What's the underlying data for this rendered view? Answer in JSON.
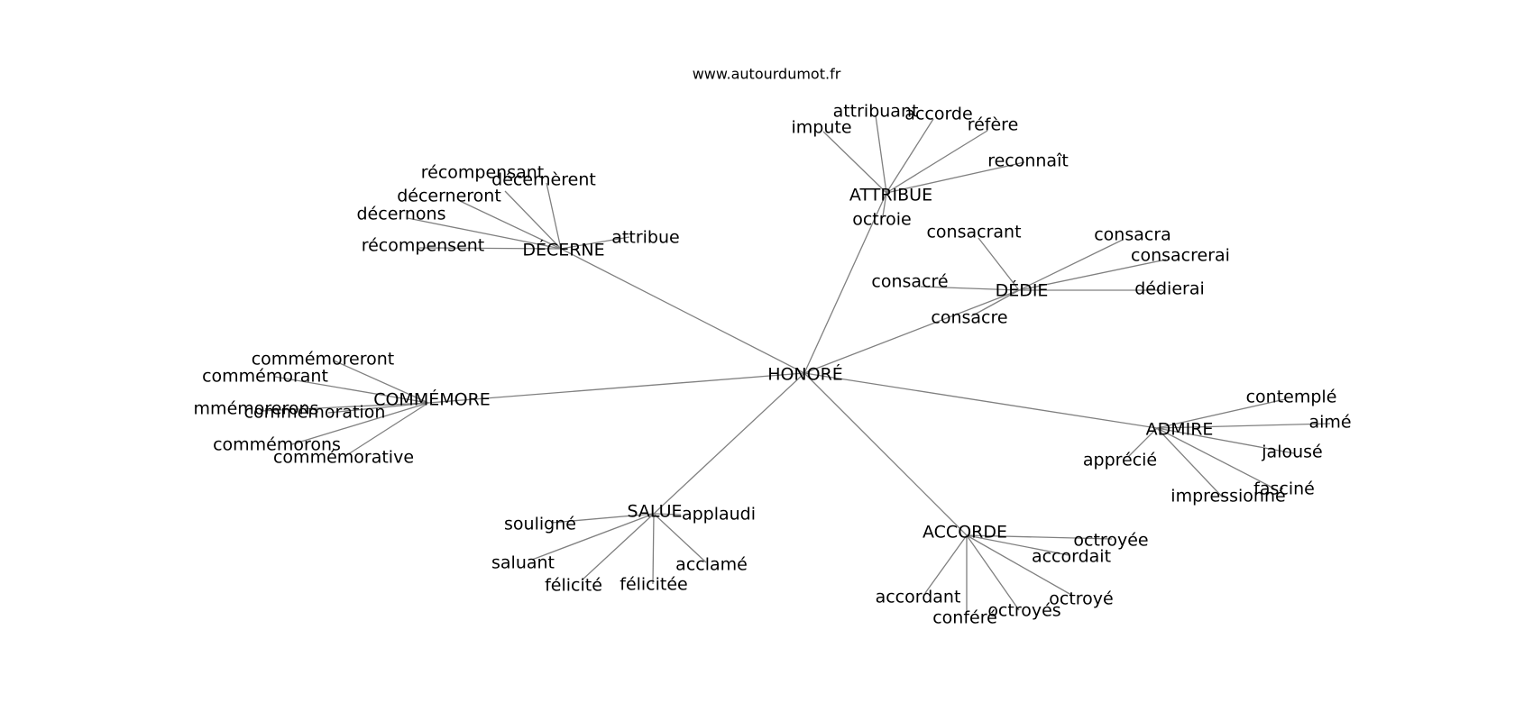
{
  "source": "www.autourdumot.fr",
  "graph": {
    "center": "HONORÉ",
    "hubs": [
      {
        "label": "DÉCERNE",
        "leaves": [
          "récompensant",
          "décernèrent",
          "décerneront",
          "décernons",
          "récompensent",
          "attribue"
        ]
      },
      {
        "label": "ATTRIBUE",
        "leaves": [
          "attribuant",
          "accorde",
          "impute",
          "réfère",
          "reconnaît",
          "octroie"
        ]
      },
      {
        "label": "DÉDIE",
        "leaves": [
          "consacrant",
          "consacra",
          "consacrerai",
          "consacré",
          "dédierai",
          "consacre"
        ]
      },
      {
        "label": "COMMÉMORE",
        "leaves": [
          "commémoreront",
          "commémorant",
          "mmémorerons",
          "commémoration",
          "commémorons",
          "commémorative"
        ]
      },
      {
        "label": "ADMIRE",
        "leaves": [
          "contemplé",
          "aimé",
          "apprécié",
          "jalousé",
          "fasciné",
          "impressionné"
        ]
      },
      {
        "label": "SALUE",
        "leaves": [
          "souligné",
          "applaudi",
          "saluant",
          "acclamé",
          "félicité",
          "félicitée"
        ]
      },
      {
        "label": "ACCORDE",
        "leaves": [
          "octroyée",
          "accordait",
          "accordant",
          "octroyé",
          "conféré",
          "octroyés"
        ]
      }
    ]
  }
}
